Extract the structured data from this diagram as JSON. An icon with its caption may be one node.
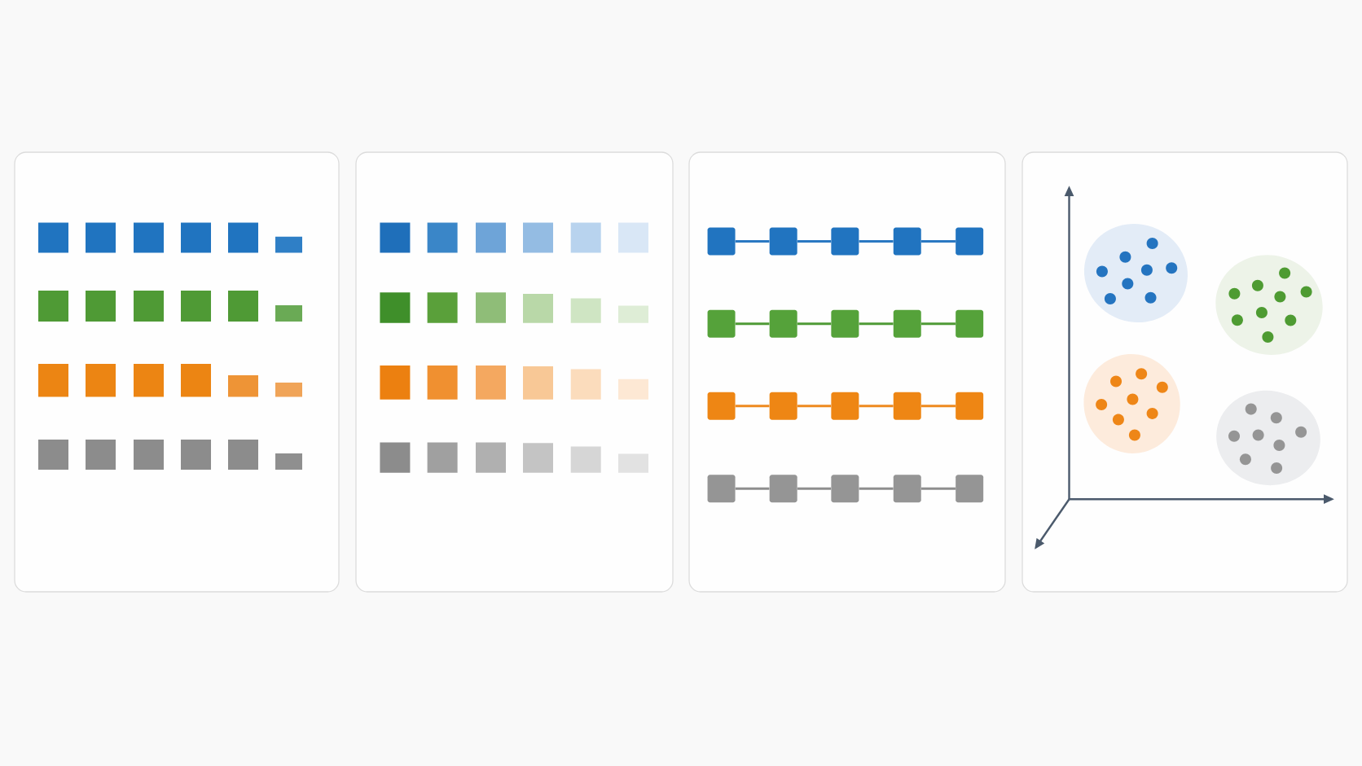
{
  "diagram": {
    "nodes": [
      {
        "text": [],
        "shape": "box"
      },
      {
        "text": [],
        "shape": "box"
      },
      {
        "text": [],
        "shape": "box"
      },
      {
        "text": [],
        "shape": "box"
      },
      {
        "text": [],
        "shape": "box",
        "in": 2
      },
      {
        "text": [],
        "shape": "box",
        "in": 2
      },
      {
        "text": [],
        "shape": "box",
        "in": 2
      },
      {
        "text": [],
        "shape": "box",
        "in": 2
      },
      {
        "text": [],
        "shape": "box",
        "in": 2
      },
      {
        "text": [],
        "shape": "box",
        "in": 2
      },
      {
        "text": [],
        "shape": "box",
        "in": 2
      },
      {
        "text": [],
        "shape": "box",
        "in": 2
      },
      {
        "text": [],
        "shape": "box",
        "in": 2
      },
      {
        "text": [],
        "shape": "box",
        "in": 2
      },
      {
        "text": [],
        "shape": "box",
        "in": 2
      },
      {
        "text": [],
        "shape": "box",
        "in": 2
      },
      {
        "text": [],
        "shape": "box",
        "in": 2
      },
      {
        "text": [],
        "shape": "box",
        "in": 2
      },
      {
        "text": [],
        "shape": "box",
        "in": 2
      },
      {
        "text": [],
        "shape": "box",
        "in": 2
      },
      {
        "text": [],
        "shape": "box",
        "in": 2
      },
      {
        "text": [],
        "shape": "box",
        "in": 2
      },
      {
        "text": [],
        "shape": "box",
        "in": 2
      },
      {
        "text": [],
        "shape": "box",
        "in": 2
      }
    ],
    "edges": [
      {
        "from": 4,
        "to": 5,
        "arrow": "none",
        "color": "#2a78c2"
      },
      {
        "from": 5,
        "to": 6,
        "arrow": "none",
        "color": "#2a78c2"
      },
      {
        "from": 6,
        "to": 7,
        "arrow": "none",
        "color": "#2a78c2"
      },
      {
        "from": 7,
        "to": 8,
        "arrow": "none",
        "color": "#2a78c2"
      },
      {
        "from": 9,
        "to": 10,
        "arrow": "none",
        "color": "#4f9a36"
      },
      {
        "from": 10,
        "to": 11,
        "arrow": "none",
        "color": "#4f9a36"
      },
      {
        "from": 11,
        "to": 12,
        "arrow": "none",
        "color": "#4f9a36"
      },
      {
        "from": 12,
        "to": 13,
        "arrow": "none",
        "color": "#4f9a36"
      },
      {
        "from": 14,
        "to": 15,
        "arrow": "none",
        "color": "#ee8a1f"
      },
      {
        "from": 15,
        "to": 16,
        "arrow": "none",
        "color": "#ee8a1f"
      },
      {
        "from": 16,
        "to": 17,
        "arrow": "none",
        "color": "#ee8a1f"
      },
      {
        "from": 17,
        "to": 18,
        "arrow": "none",
        "color": "#ee8a1f"
      },
      {
        "from": 19,
        "to": 20,
        "arrow": "none",
        "color": "#8e8e8e"
      },
      {
        "from": 20,
        "to": 21,
        "arrow": "none",
        "color": "#8e8e8e"
      },
      {
        "from": 21,
        "to": 22,
        "arrow": "none",
        "color": "#8e8e8e"
      },
      {
        "from": 22,
        "to": 23,
        "arrow": "none",
        "color": "#8e8e8e"
      }
    ]
  }
}
